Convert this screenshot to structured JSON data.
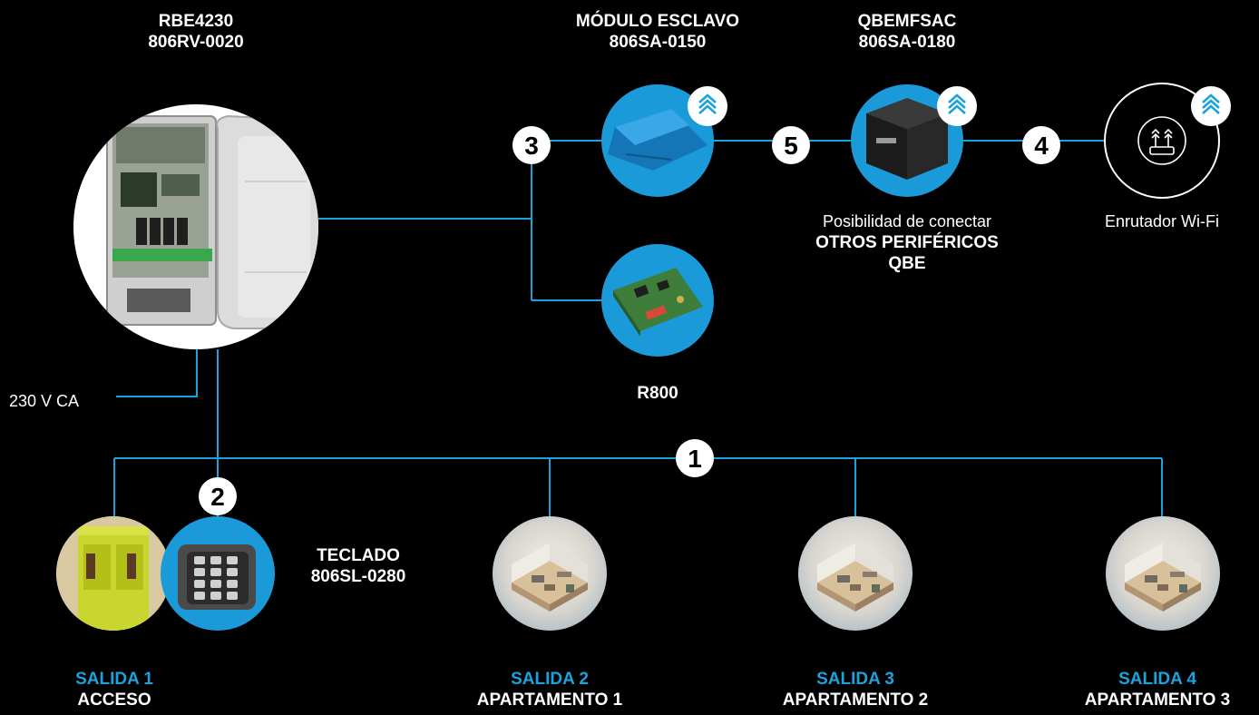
{
  "colors": {
    "background": "#000000",
    "connector": "#1aa3dc",
    "device_circle": "#1a9ad8",
    "highlight_text": "#1aa3dc",
    "text": "#ffffff"
  },
  "devices": {
    "controller": {
      "name": "RBE4230",
      "code": "806RV-0020"
    },
    "slave_module": {
      "name": "MÓDULO ESCLAVO",
      "code": "806SA-0150"
    },
    "gateway": {
      "name": "QBEMFSAC",
      "code": "806SA-0180",
      "note_line1": "Posibilidad de conectar",
      "note_line2": "OTROS PERIFÉRICOS",
      "note_line3": "QBE"
    },
    "router": {
      "label": "Enrutador Wi-Fi"
    },
    "receiver": {
      "name": "R800"
    },
    "keypad": {
      "name": "TECLADO",
      "code": "806SL-0280"
    }
  },
  "power": {
    "label": "230 V CA"
  },
  "connections": {
    "n1": "1",
    "n2": "2",
    "n3": "3",
    "n4": "4",
    "n5": "5"
  },
  "outputs": [
    {
      "title": "SALIDA 1",
      "name": "ACCESO"
    },
    {
      "title": "SALIDA 2",
      "name": "APARTAMENTO 1"
    },
    {
      "title": "SALIDA 3",
      "name": "APARTAMENTO 2"
    },
    {
      "title": "SALIDA 4",
      "name": "APARTAMENTO 3"
    }
  ],
  "icons": {
    "badge": "qbe-wifi-chevrons-icon",
    "controller": "control-board-photo",
    "slave_module": "blue-module-photo",
    "gateway": "black-cube-photo",
    "router": "router-icon",
    "receiver": "circuit-card-photo",
    "keypad": "keypad-photo",
    "door": "yellow-door-photo",
    "apartment": "apartment-3d-photo"
  }
}
